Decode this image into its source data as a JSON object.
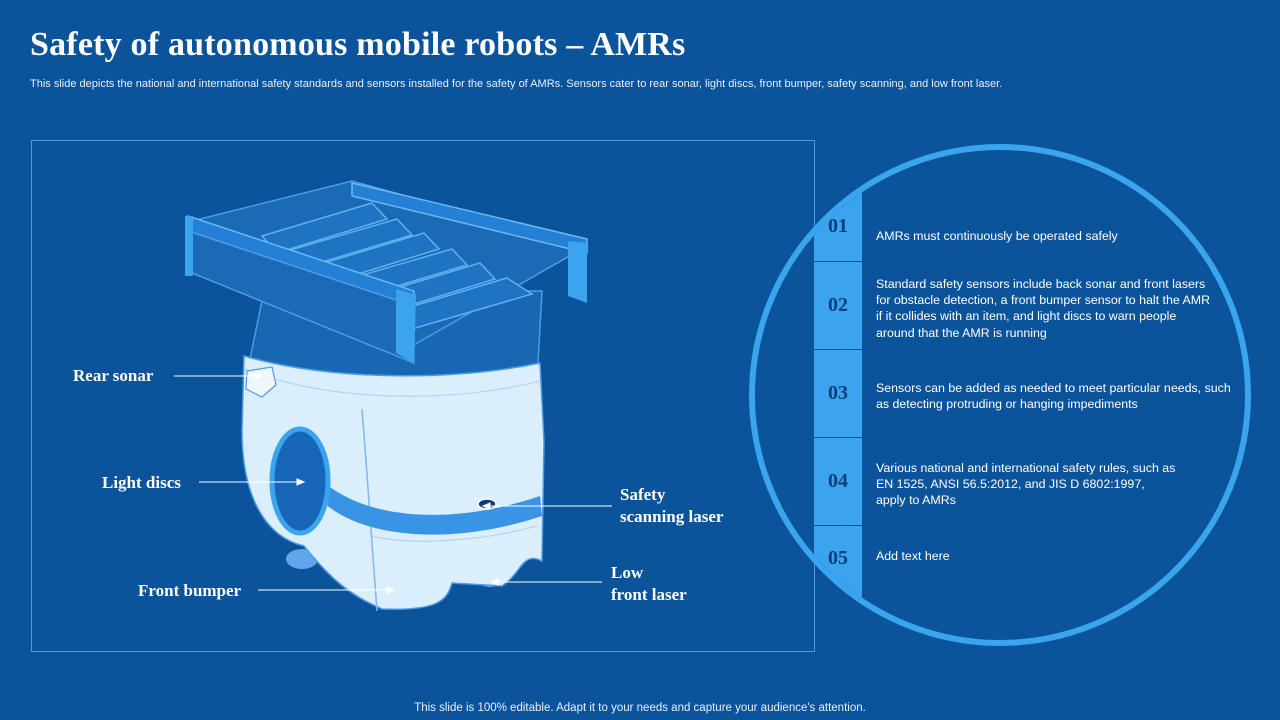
{
  "page": {
    "title": "Safety of autonomous mobile robots – AMRs",
    "subtitle": "This slide depicts the national and international safety standards and sensors installed for the safety of AMRs. Sensors cater to rear sonar, light discs, front bumper, safety scanning, and low front laser.",
    "footer": "This slide is 100% editable. Adapt it to your needs and capture your audience's attention."
  },
  "callouts": {
    "rear_sonar": "Rear sonar",
    "light_discs": "Light discs",
    "front_bumper": "Front bumper",
    "safety_scanning_1": "Safety",
    "safety_scanning_2": "scanning laser",
    "low_front_1": "Low",
    "low_front_2": "front laser"
  },
  "items": [
    {
      "num": "01",
      "text": "AMRs must continuously be operated safely"
    },
    {
      "num": "02",
      "text": "Standard safety sensors include back sonar and front lasers for obstacle detection, a front bumper sensor to halt the AMR if it collides with an item, and light discs to warn people around that the AMR is running"
    },
    {
      "num": "03",
      "text": "Sensors can be added as needed to meet particular needs, such as detecting protruding or hanging impediments"
    },
    {
      "num": "04",
      "text": "Various national and international safety rules, such as EN 1525, ANSI 56.5:2012, and JIS D 6802:1997, apply to AMRs"
    },
    {
      "num": "05",
      "text": "Add text here"
    }
  ],
  "colors": {
    "background": "#0b539b",
    "accent": "#3aa4ee",
    "robot_body": "#dbeefc"
  }
}
